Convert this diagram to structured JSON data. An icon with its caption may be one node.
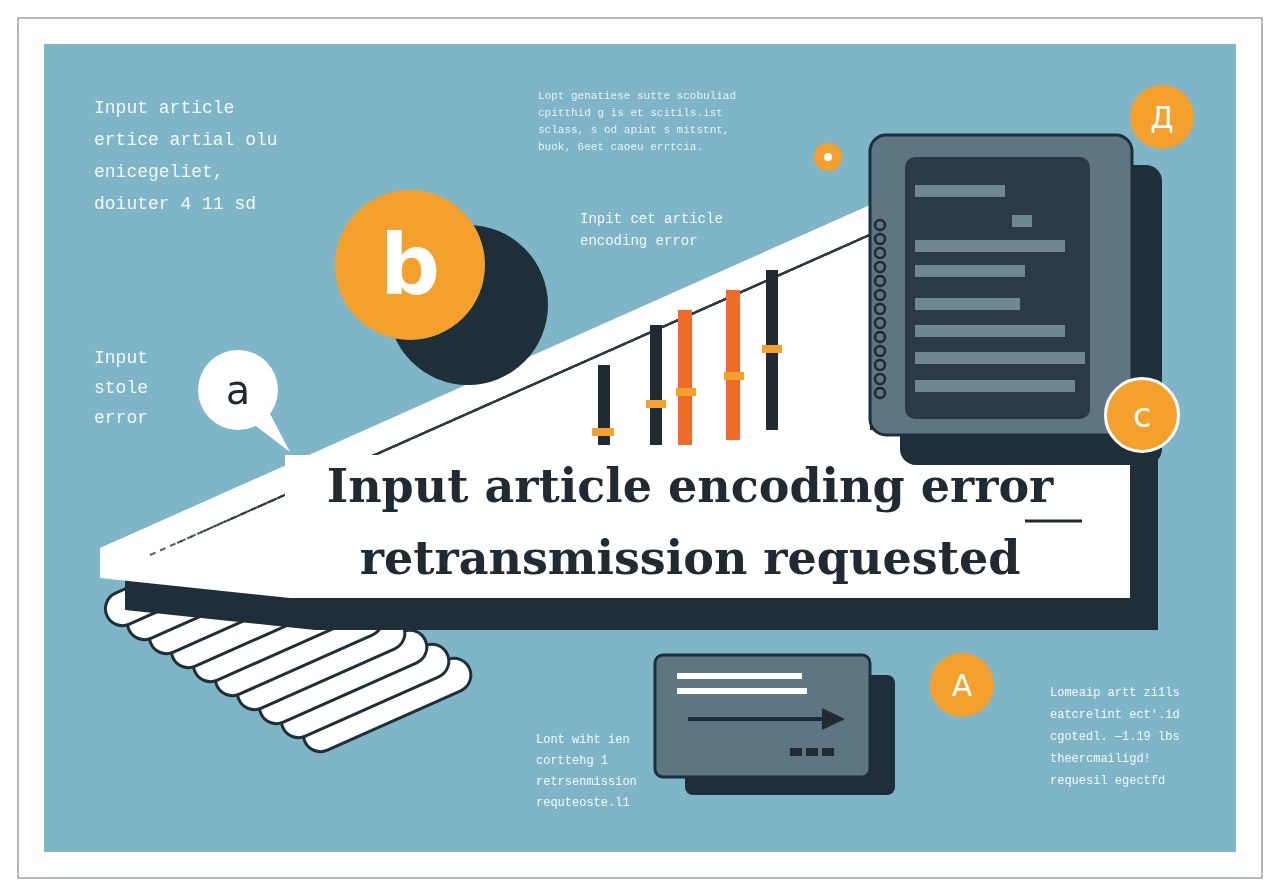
{
  "diagram": {
    "title": "Input article encoding error retransmission requested",
    "labels": [
      "Input article ertice artial olu enicegeliet, doiuter 4 11 sd",
      "Lopt genatiese sutte scobuliad cpitthid g is et scitils.ist sclass, s od apiat s mitstnt, buok, 6eet caoeu errtcia.",
      "Д",
      "Inpit cet article encoding error",
      "b",
      "Input stole error",
      "a",
      "c",
      "A",
      "Lomeaip artt zi1ls eatcrelint ect'.id cgotedl. —1.19 lbs theercmailigd! requesil egectfd",
      "Lont wiht ien corttehg 1 retrsenmission requteoste.l1"
    ]
  }
}
